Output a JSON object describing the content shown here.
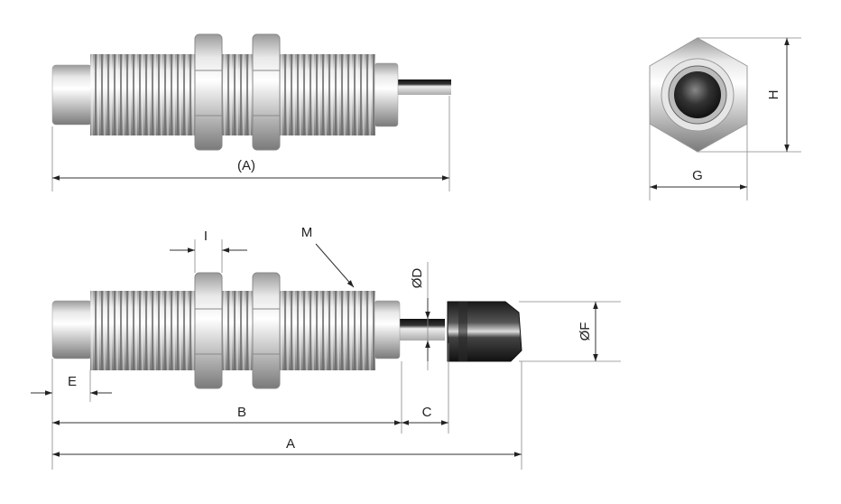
{
  "labels": {
    "top_length": "(A)",
    "hex_width": "G",
    "hex_height": "H",
    "nut_width": "I",
    "thread": "M",
    "rod_diameter": "ØD",
    "cap_diameter": "ØF",
    "end_length": "E",
    "body_length": "B",
    "stroke": "C",
    "total_length": "A"
  },
  "colors": {
    "steel_light": "#f2f2f2",
    "steel_dark": "#8a8a8a",
    "cap_dark": "#222222",
    "dimension": "#333333"
  }
}
